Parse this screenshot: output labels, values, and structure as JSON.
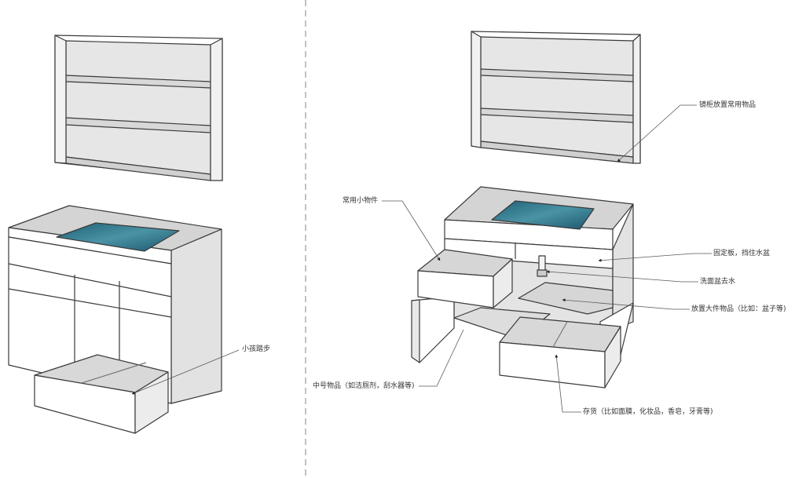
{
  "labels": {
    "child_step": "小孩踏步",
    "mirror_cabinet": "镜柜放置常用物品",
    "small_items": "常用小物件",
    "fixed_board": "固定板，挡住水盆",
    "basin_drain": "洗面盆去水",
    "large_items": "放置大件物品（比如：盆子等)",
    "medium_items": "中号物品（如洁厕剂，刮水器等)",
    "storage": "存货（比如面膜，化妆品，香皂，牙膏等)"
  },
  "colors": {
    "line": "#3a3a3a",
    "panel": "#ffffff",
    "top_surface": "#d4d4d4",
    "shelf": "#dcdcdc",
    "side": "#e2e2e2",
    "inner": "#cfcfcf",
    "water": "#2e6f86",
    "water_light": "#4a93a5",
    "divider": "#9a9a9a",
    "label": "#333333"
  }
}
